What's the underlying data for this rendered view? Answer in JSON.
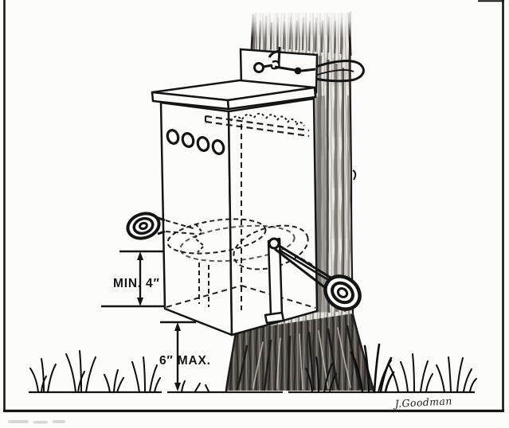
{
  "illustration": {
    "labels": {
      "min_trap_height": "MIN. 4″",
      "max_opening_height": "6″ MAX."
    },
    "signature": "J.Goodman",
    "colors": {
      "paper": "#fcfcfb",
      "ink": "#141414",
      "bark_light": "#e9e7e3",
      "bark_mid": "#928d86",
      "bark_dark": "#3b3835"
    }
  }
}
